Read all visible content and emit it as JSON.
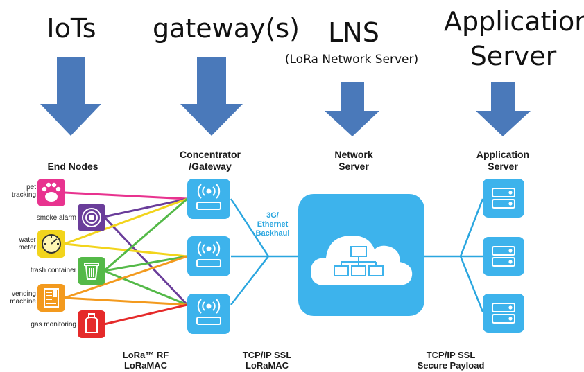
{
  "headings": {
    "iots": "IoTs",
    "gateways": "gateway(s)",
    "lns": "LNS",
    "lns_sub": "(LoRa Network Server)",
    "app_line1": "Application",
    "app_line2": "Server"
  },
  "columns": {
    "end_nodes": "End Nodes",
    "gateway_line1": "Concentrator",
    "gateway_line2": "/Gateway",
    "network_line1": "Network",
    "network_line2": "Server",
    "application_line1": "Application",
    "application_line2": "Server"
  },
  "end_nodes": [
    {
      "label_line1": "pet",
      "label_line2": "tracking",
      "color": "#e8338f",
      "icon": "paw-icon"
    },
    {
      "label_line1": "smoke alarm",
      "label_line2": "",
      "color": "#6a3d9a",
      "icon": "smoke-detector-icon"
    },
    {
      "label_line1": "water",
      "label_line2": "meter",
      "color": "#f2d41c",
      "icon": "meter-gauge-icon"
    },
    {
      "label_line1": "trash container",
      "label_line2": "",
      "color": "#54b948",
      "icon": "trash-bin-icon"
    },
    {
      "label_line1": "vending",
      "label_line2": "machine",
      "color": "#f39a1e",
      "icon": "vending-machine-icon"
    },
    {
      "label_line1": "gas monitoring",
      "label_line2": "",
      "color": "#e52a2a",
      "icon": "gas-tank-icon"
    }
  ],
  "backhaul_label": {
    "line1": "3G/",
    "line2": "Ethernet",
    "line3": "Backhaul"
  },
  "protocols": {
    "rf_line1": "LoRa™ RF",
    "rf_line2": "LoRaMAC",
    "tcp_line1": "TCP/IP SSL",
    "tcp_line2": "LoRaMAC",
    "secure_line1": "TCP/IP SSL",
    "secure_line2": "Secure Payload"
  },
  "colors": {
    "arrow": "#4a79ba",
    "device_blue": "#3db3ec",
    "link_blue": "#2aa6df"
  },
  "icons": {
    "arrow": "arrow-down-icon",
    "gateway": "wireless-gateway-icon",
    "network": "cloud-network-icon",
    "server": "server-rack-icon"
  }
}
